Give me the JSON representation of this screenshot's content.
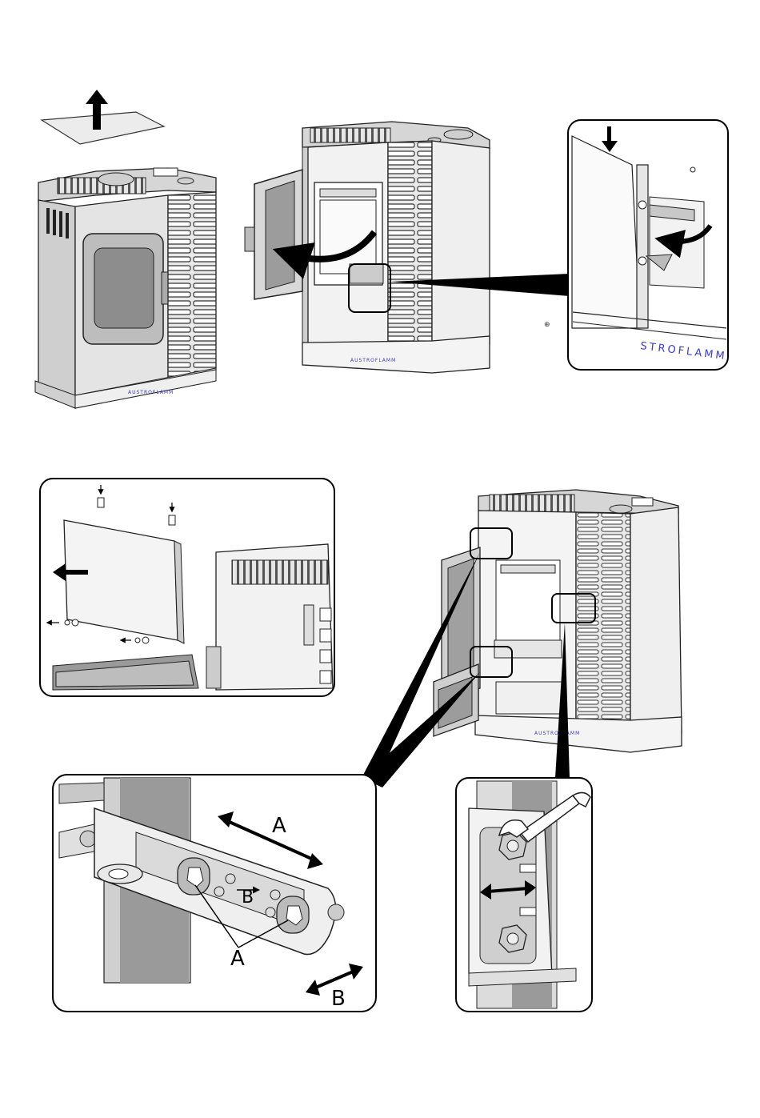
{
  "brand_text": "AUSTROFLAMM",
  "brand_detail_text": "STROFLAMM",
  "labels": {
    "A_top": "A",
    "A_bottom": "A",
    "B_middle": "B",
    "B_bottom": "B"
  },
  "colors": {
    "brand": "#3a3ad0",
    "line": "#000000",
    "panel_fill": "#d9d9d9",
    "panel_dark": "#9a9a9a"
  },
  "icons": [
    "arrow-up-icon",
    "arrow-left-icon",
    "arrow-down-icon",
    "curved-arrow-icon",
    "double-arrow-icon",
    "wrench-icon"
  ]
}
